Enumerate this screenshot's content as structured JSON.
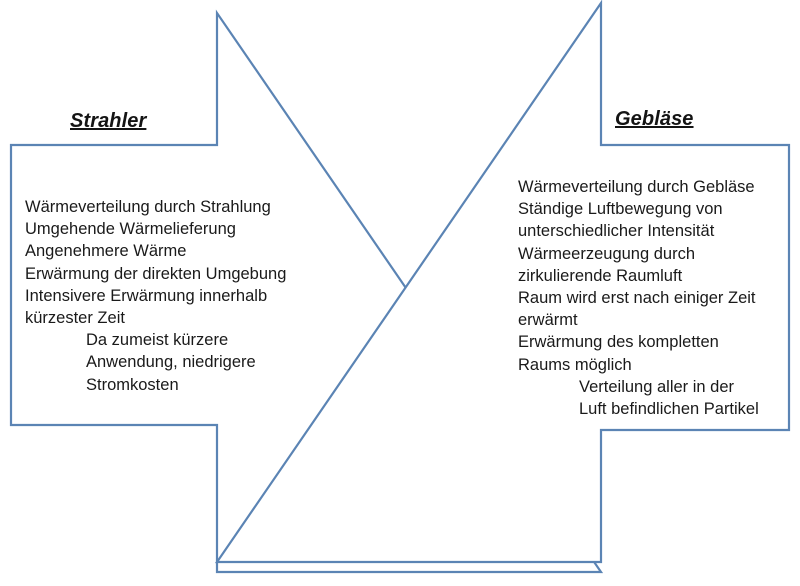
{
  "diagram": {
    "type": "comparison-diagram",
    "accent_color": "#5b84b4",
    "background_color": "#ffffff",
    "text_color": "#1a1a1a",
    "left": {
      "title": "Strahler",
      "items": [
        {
          "text": "Wärmeverteilung durch Strahlung",
          "level": 1
        },
        {
          "text": "Umgehende Wärmelieferung",
          "level": 1
        },
        {
          "text": "Angenehmere Wärme",
          "level": 1
        },
        {
          "text": "Erwärmung der direkten Umgebung",
          "level": 1
        },
        {
          "text": "Intensivere Erwärmung innerhalb",
          "level": 1
        },
        {
          "text": "kürzester Zeit",
          "level": 1
        },
        {
          "text": "Da zumeist kürzere",
          "level": 2
        },
        {
          "text": "Anwendung, niedrigere",
          "level": 2
        },
        {
          "text": "Stromkosten",
          "level": 2
        }
      ]
    },
    "right": {
      "title": "Gebläse",
      "items": [
        {
          "text": "Wärmeverteilung durch Gebläse",
          "level": 1
        },
        {
          "text": "Ständige Luftbewegung von",
          "level": 1
        },
        {
          "text": "unterschiedlicher Intensität",
          "level": 1
        },
        {
          "text": "Wärmeerzeugung durch",
          "level": 1
        },
        {
          "text": "zirkulierende Raumluft",
          "level": 1
        },
        {
          "text": "Raum wird erst nach einiger Zeit",
          "level": 1
        },
        {
          "text": "erwärmt",
          "level": 1
        },
        {
          "text": "Erwärmung des kompletten",
          "level": 1
        },
        {
          "text": "Raums möglich",
          "level": 1
        },
        {
          "text": "Verteilung aller in der",
          "level": 2
        },
        {
          "text": "Luft befindlichen Partikel",
          "level": 2
        }
      ]
    }
  }
}
